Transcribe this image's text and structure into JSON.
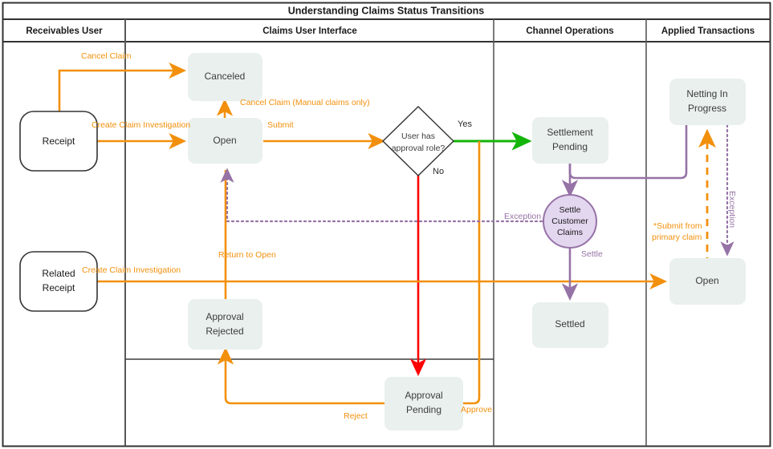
{
  "title": "Understanding Claims Status Transitions",
  "lanes": [
    {
      "id": "receivables-user",
      "label": "Receivables User"
    },
    {
      "id": "claims-user-interface",
      "label": "Claims User Interface"
    },
    {
      "id": "channel-operations",
      "label": "Channel Operations"
    },
    {
      "id": "applied-transactions",
      "label": "Applied Transactions"
    }
  ],
  "nodes": {
    "receipt": {
      "label": "Receipt"
    },
    "related_receipt": {
      "line1": "Related",
      "line2": "Receipt"
    },
    "canceled": {
      "label": "Canceled"
    },
    "open": {
      "label": "Open"
    },
    "decision": {
      "line1": "User has",
      "line2": "approval role?"
    },
    "approval_rejected": {
      "line1": "Approval",
      "line2": "Rejected"
    },
    "approval_pending": {
      "line1": "Approval",
      "line2": "Pending"
    },
    "settlement_pending": {
      "line1": "Settlement",
      "line2": "Pending"
    },
    "settle_customer_claims": {
      "line1": "Settle",
      "line2": "Customer",
      "line3": "Claims"
    },
    "settled": {
      "label": "Settled"
    },
    "netting_in_progress": {
      "line1": "Netting In",
      "line2": "Progress"
    },
    "applied_open": {
      "label": "Open"
    }
  },
  "edge_labels": {
    "cancel_claim": "Cancel Claim",
    "cancel_claim_manual": "Cancel Claim (Manual claims only)",
    "create_claim_investigation_1": "Create Claim Investigation",
    "create_claim_investigation_2": "Create Claim Investigation",
    "submit": "Submit",
    "yes": "Yes",
    "no": "No",
    "return_to_open": "Return to Open",
    "reject": "Reject",
    "approve": "Approve",
    "exception_left": "Exception",
    "settle": "Settle",
    "exception_right": "Exception",
    "submit_from_primary_claim_l1": "*Submit from",
    "submit_from_primary_claim_l2": "primary claim"
  },
  "colors": {
    "orange": "#f2900d",
    "green": "#13b50a",
    "red": "#ff0000",
    "purple": "#9673a6",
    "node_fill": "#e9f0ee",
    "circle_fill": "#e3d6ef",
    "border": "#333333",
    "lane_divider": "#595959"
  }
}
